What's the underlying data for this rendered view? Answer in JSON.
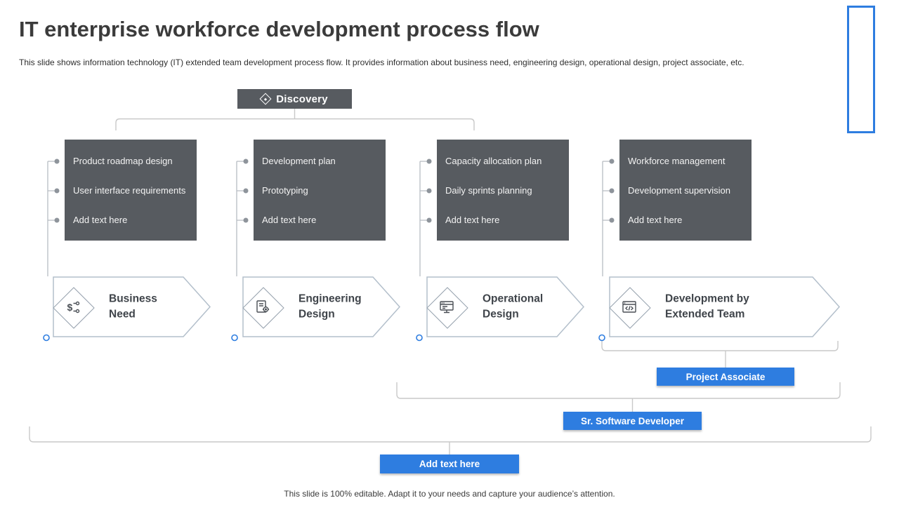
{
  "header": {
    "title": "IT enterprise workforce development process flow",
    "subtitle": "This slide shows information technology (IT) extended team development process flow. It provides information about business need, engineering design, operational design, project associate, etc."
  },
  "discovery": {
    "label": "Discovery"
  },
  "columns": [
    {
      "items": [
        "Product roadmap design",
        "User interface requirements",
        "Add text here"
      ]
    },
    {
      "items": [
        "Development plan",
        "Prototyping",
        "Add text here"
      ]
    },
    {
      "items": [
        "Capacity allocation plan",
        "Daily sprints planning",
        "Add text here"
      ]
    },
    {
      "items": [
        "Workforce management",
        "Development supervision",
        "Add text here"
      ]
    }
  ],
  "stages": [
    {
      "label": "Business Need",
      "icon": "dollar-flow-icon"
    },
    {
      "label": "Engineering Design",
      "icon": "blueprint-gear-icon"
    },
    {
      "label": "Operational Design",
      "icon": "monitor-icon"
    },
    {
      "label": "Development by Extended Team",
      "icon": "code-window-icon"
    }
  ],
  "badges": [
    {
      "label": "Project Associate"
    },
    {
      "label": "Sr. Software Developer"
    },
    {
      "label": "Add text here"
    }
  ],
  "footer": {
    "note": "This slide is 100% editable. Adapt it to your needs and capture your audience’s attention."
  },
  "colors": {
    "accent_blue": "#2e7de0",
    "box_gray": "#575b60",
    "shape_outline": "#b3bfcb",
    "connector_gray": "#c9c9c9"
  }
}
